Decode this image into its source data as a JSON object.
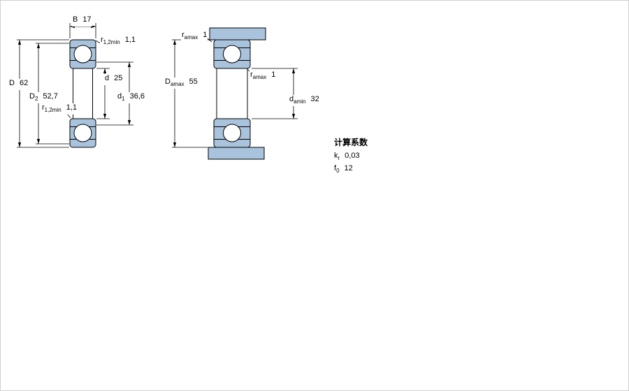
{
  "left_view": {
    "labels": {
      "B": {
        "base": "B",
        "value": "17"
      },
      "r_top": {
        "base": "r",
        "sub": "1,2min",
        "value": "1,1"
      },
      "D": {
        "base": "D",
        "value": "62"
      },
      "D2": {
        "base": "D",
        "sub": "2",
        "value": "52,7"
      },
      "d": {
        "base": "d",
        "value": "25"
      },
      "d1": {
        "base": "d",
        "sub": "1",
        "value": "36,6"
      },
      "r_bottom": {
        "base": "r",
        "sub": "1,2min",
        "value": "1,1"
      }
    }
  },
  "right_view": {
    "labels": {
      "ra_top": {
        "base": "r",
        "sub": "amax",
        "value": "1"
      },
      "Da": {
        "base": "D",
        "sub": "amax",
        "value": "55"
      },
      "ra_mid": {
        "base": "r",
        "sub": "amax",
        "value": "1"
      },
      "da": {
        "base": "d",
        "sub": "amin",
        "value": "32"
      }
    }
  },
  "factors": {
    "title": "计算系数",
    "rows": [
      {
        "base": "k",
        "sub": "r",
        "value": "0,03"
      },
      {
        "base": "f",
        "sub": "0",
        "value": "12"
      }
    ]
  },
  "colors": {
    "section_fill": "#A9C3DD",
    "line": "#000000"
  }
}
